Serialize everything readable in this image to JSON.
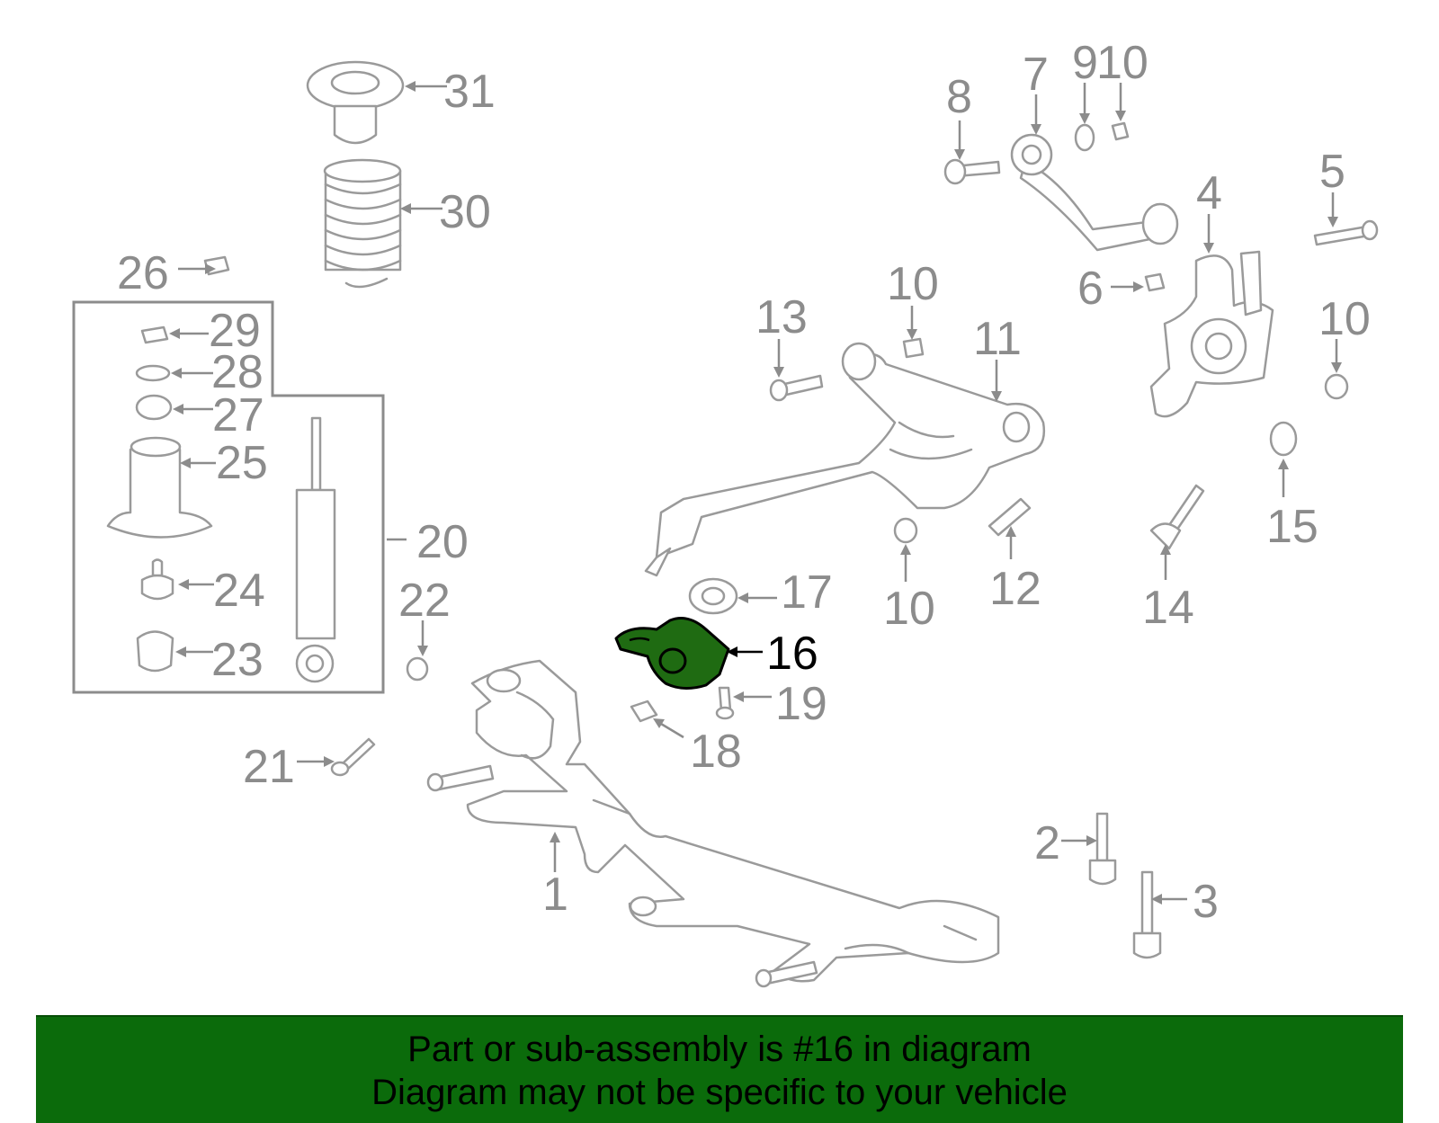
{
  "callouts": {
    "n1": "1",
    "n2": "2",
    "n3": "3",
    "n4": "4",
    "n5": "5",
    "n6": "6",
    "n7": "7",
    "n8": "8",
    "n9": "9",
    "n10a": "10",
    "n10b": "10",
    "n10c": "10",
    "n10d": "10",
    "n11": "11",
    "n12": "12",
    "n13": "13",
    "n14": "14",
    "n15": "15",
    "n16": "16",
    "n17": "17",
    "n18": "18",
    "n19": "19",
    "n20": "20",
    "n21": "21",
    "n22": "22",
    "n23": "23",
    "n24": "24",
    "n25": "25",
    "n26": "26",
    "n27": "27",
    "n28": "28",
    "n29": "29",
    "n30": "30",
    "n31": "31"
  },
  "highlight": {
    "part_number": "16",
    "color": "#1f6b12"
  },
  "banner": {
    "line1": "Part or sub-assembly is #16 in diagram",
    "line2": "Diagram may not be specific to your vehicle",
    "background": "#0b6b0b"
  }
}
